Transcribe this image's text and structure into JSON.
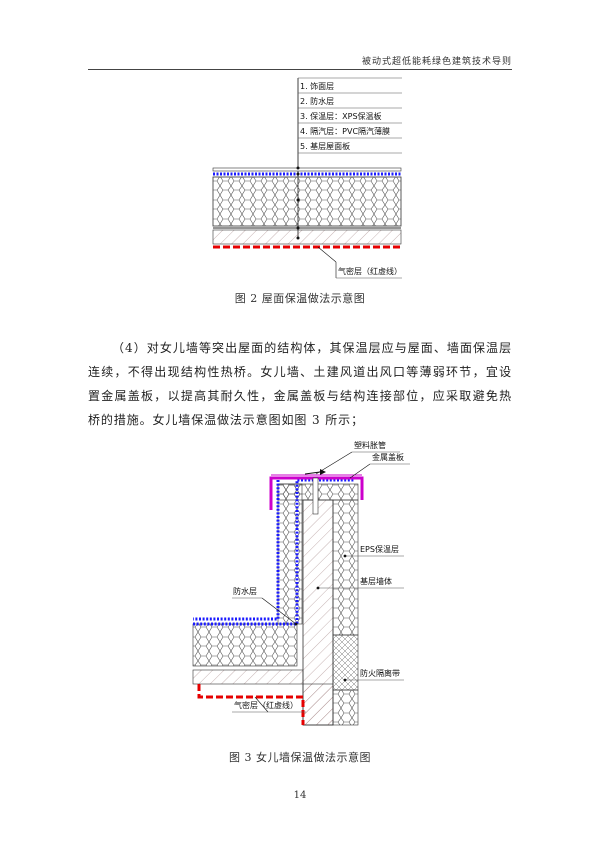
{
  "header": {
    "title": "被动式超低能耗绿色建筑技术导则"
  },
  "figure2": {
    "layers": [
      "1. 饰面层",
      "2. 防水层",
      "3. 保温层：XPS保温板",
      "4. 隔汽层：PVC隔汽薄膜",
      "5. 基层屋面板"
    ],
    "airtight_label": "气密层（红虚线）",
    "caption": "图 2 屋面保温做法示意图"
  },
  "paragraph": "（4）对女儿墙等突出屋面的结构体，其保温层应与屋面、墙面保温层连续，不得出现结构性热桥。女儿墙、土建风道出风口等薄弱环节，宜设置金属盖板，以提高其耐久性，金属盖板与结构连接部位，应采取避免热桥的措施。女儿墙保温做法示意图如图 3 所示；",
  "figure3": {
    "labels": {
      "pipe": "塑料胀管",
      "cap": "金属盖板",
      "eps": "EPS保温层",
      "wall": "基层墙体",
      "waterproof": "防水层",
      "firebreak": "防火隔离带",
      "airtight": "气密层（红虚线）"
    },
    "caption": "图 3 女儿墙保温做法示意图"
  },
  "page_number": "14",
  "colors": {
    "waterproof": "#1a1aff",
    "airtight": "#e60000",
    "cap": "#cc00cc",
    "hatch": "#996666"
  }
}
